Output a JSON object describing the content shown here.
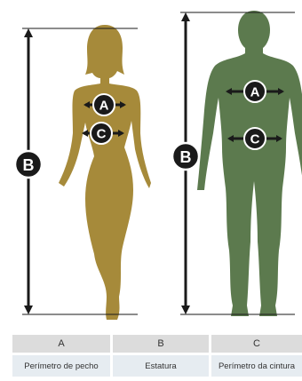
{
  "figures": {
    "female": {
      "color": "#a68a3a"
    },
    "male": {
      "color": "#5c7a4e"
    },
    "line_color": "#1a1a1a",
    "marker_color": "#1a1a1a",
    "markers": {
      "a": "A",
      "b": "B",
      "c": "C"
    }
  },
  "legend": {
    "headers": [
      "A",
      "B",
      "C"
    ],
    "descriptions": [
      "Perímetro de pecho",
      "Estatura",
      "Perímetro da cintura"
    ]
  }
}
